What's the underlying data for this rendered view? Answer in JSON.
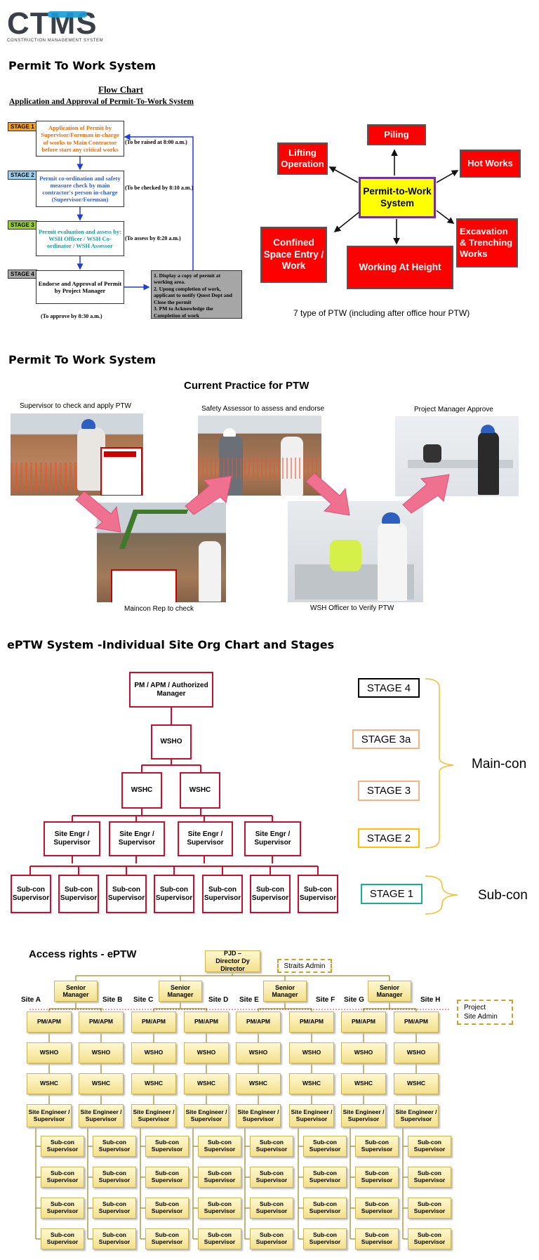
{
  "logo": {
    "text": "CTMS",
    "tagline": "CONSTRUCTION MANAGEMENT SYSTEM"
  },
  "section1": {
    "title": "Permit To Work System",
    "flow_title": "Flow Chart",
    "flow_subtitle": "Application and Approval of Permit-To-Work System",
    "stages": [
      "STAGE 1",
      "STAGE 2",
      "STAGE 3",
      "STAGE 4"
    ],
    "boxes": [
      "Application of Permit by Supervisor/Foreman in-charge of works to Main Contractor before start any critical works",
      "Permit co-ordination and safety measure check by main contractor's person in-charge (Supervisor/Foreman)",
      "Permit evaluation and assess by: WSH Officer / WSH Co-ordinator / WSH Assessor",
      "Endorse and Approval of Permit by Project Manager"
    ],
    "notes": [
      "(To be raised at 8:00 a.m.)",
      "(To be checked by 8:10 a.m.)",
      "(To assess by 8:20 a.m.)",
      "(To approve by 8:30 a.m.)"
    ],
    "grey_box": [
      "1. Display a copy of permit at working area.",
      "2. Upong completion of work, applicant to notify Quest Dept and Close the permit",
      "3. PM to Acknowledge the Completion of work"
    ],
    "ptw_center": "Permit-to-Work System",
    "ptw_types": [
      "Piling",
      "Lifting Operation",
      "Hot Works",
      "Excavation & Trenching Works",
      "Working At Height",
      "Confined Space Entry / Work"
    ],
    "ptw_caption": "7 type of PTW (including after office hour PTW)"
  },
  "section2": {
    "title": "Permit To Work System",
    "subtitle": "Current Practice for PTW",
    "captions": [
      "Supervisor to check and apply PTW",
      "Safety Assessor to assess and endorse",
      "Project Manager Approve",
      "Maincon Rep to check",
      "WSH Officer to Verify PTW"
    ]
  },
  "section3": {
    "title": "ePTW System -Individual Site Org Chart and Stages",
    "top": "PM / APM / Authorized Manager",
    "wsho": "WSHO",
    "wshc": "WSHC",
    "site_engr": "Site Engr / Supervisor",
    "subcon": "Sub-con Supervisor",
    "stages": [
      "STAGE 4",
      "STAGE 3a",
      "STAGE 3",
      "STAGE 2",
      "STAGE 1"
    ],
    "stage_colors": [
      "#000000",
      "#f4b183",
      "#f4b183",
      "#ffc000",
      "#1aab9b"
    ],
    "main_con": "Main-con",
    "sub_con": "Sub-con"
  },
  "section4": {
    "title": "Access rights - ePTW",
    "director": "PJD – Director Dy Director",
    "straits_admin": "Straits Admin",
    "project_site_admin": "Project Site Admin",
    "senior_manager": "Senior Manager",
    "sites": [
      "Site A",
      "Site B",
      "Site C",
      "Site D",
      "Site E",
      "Site F",
      "Site G",
      "Site H"
    ],
    "pm": "PM/APM",
    "wsho": "WSHO",
    "wshc": "WSHC",
    "site_engineer": "Site Engineer / Supervisor",
    "subcon": "Sub-con Supervisor"
  }
}
